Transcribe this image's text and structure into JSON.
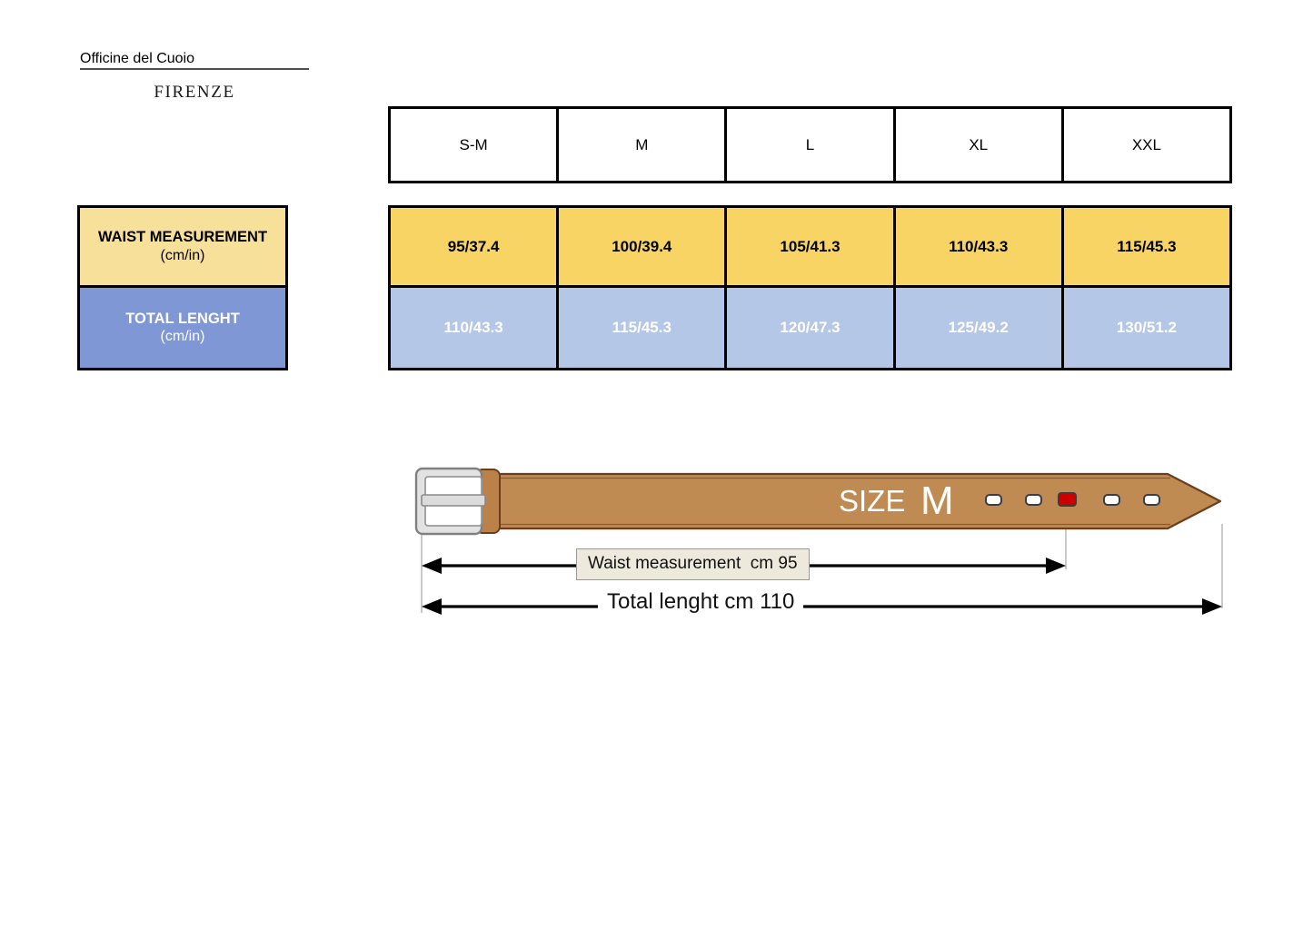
{
  "brand": {
    "name": "Officine del Cuoio",
    "subtitle": "FIRENZE"
  },
  "table": {
    "size_headers": [
      "S-M",
      "M",
      "L",
      "XL",
      "XXL"
    ],
    "row_labels": {
      "waist": {
        "title": "WAIST MEASUREMENT",
        "unit": "(cm/in)"
      },
      "total": {
        "title": "TOTAL LENGHT",
        "unit": "(cm/in)"
      }
    },
    "waist_values": [
      "95/37.4",
      "100/39.4",
      "105/41.3",
      "110/43.3",
      "115/45.3"
    ],
    "total_values": [
      "110/43.3",
      "115/45.3",
      "120/47.3",
      "125/49.2",
      "130/51.2"
    ]
  },
  "diagram": {
    "size_prefix": "SIZE",
    "size_letter": "M",
    "waist_callout": "Waist measurement  cm 95",
    "total_label": "Total lenght cm 110",
    "holes_count": 5,
    "highlighted_hole_index": 2
  },
  "colors": {
    "waist_label_fill": "#F7E09A",
    "total_label_fill": "#8097D6",
    "waist_cell_fill": "#F8D464",
    "total_cell_fill": "#B4C7E7",
    "belt_leather": "#C08B52",
    "belt_edge": "#6B3F1E",
    "buckle_metal": "#E2E2E2",
    "buckle_stroke": "#808080",
    "hole_highlight": "#CC0000",
    "callout_fill": "#EDE9DC",
    "border": "#000000"
  }
}
